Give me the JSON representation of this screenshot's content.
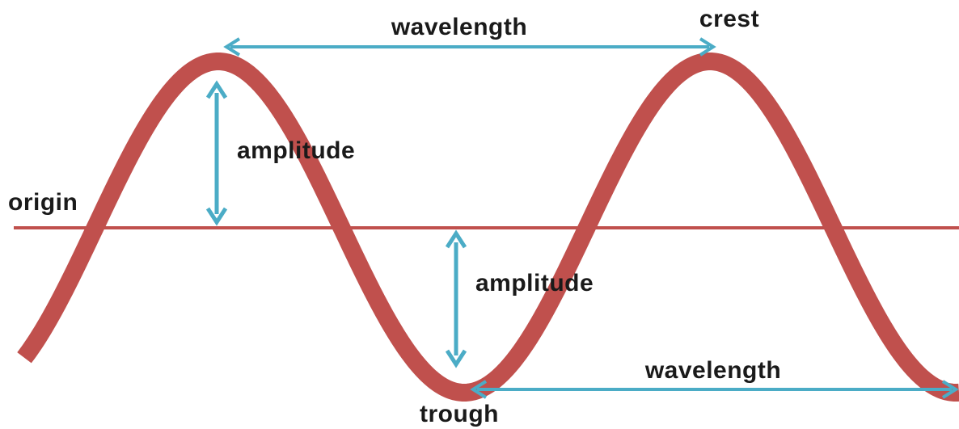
{
  "labels": {
    "wavelength_top": "wavelength",
    "crest": "crest",
    "amplitude_upper": "amplitude",
    "origin": "origin",
    "amplitude_lower": "amplitude",
    "wavelength_bottom": "wavelength",
    "trough": "trough"
  },
  "colors": {
    "wave": "#c0504d",
    "arrow": "#4bacc6",
    "text": "#1a1a1a"
  }
}
